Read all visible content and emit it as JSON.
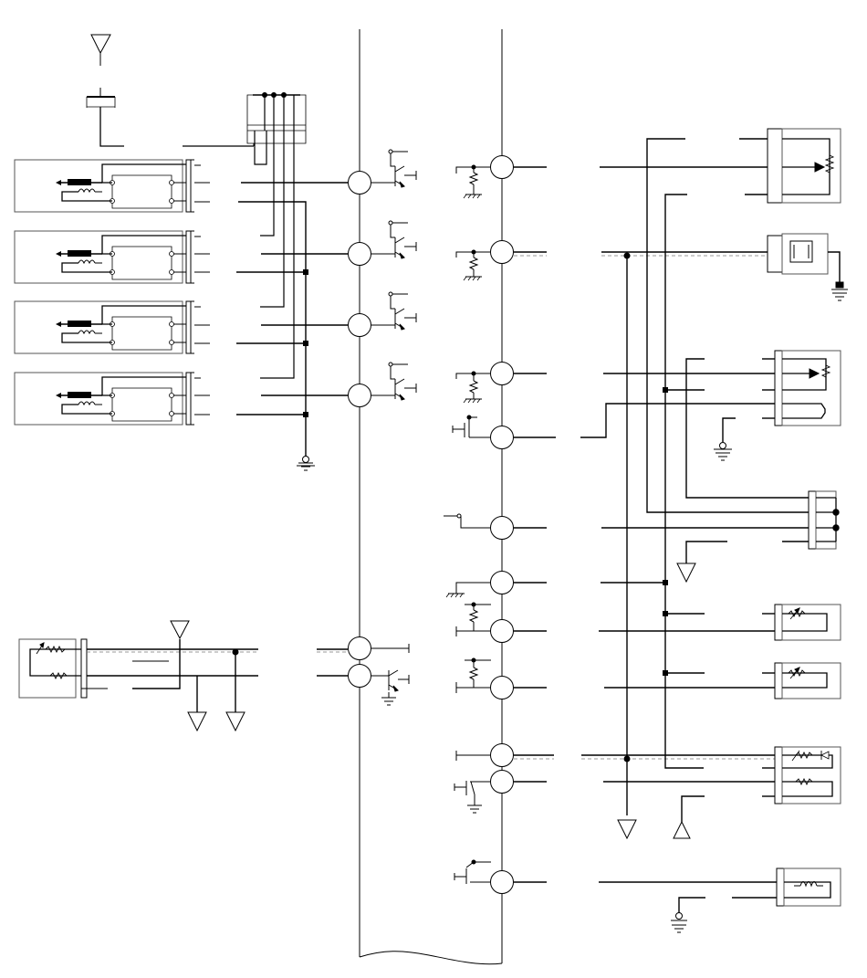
{
  "diagram": {
    "type": "wiring-schematic",
    "colors": {
      "line": "#000000",
      "background": "#ffffff",
      "module_frame": "#555555",
      "wire_shadow": "#777777"
    },
    "left_unit": {
      "injectors": [
        {
          "name": "injector-1"
        },
        {
          "name": "injector-2"
        },
        {
          "name": "injector-3"
        },
        {
          "name": "injector-4"
        }
      ]
    },
    "ecm_terminals_left": [
      {
        "name": "injector-1-driver"
      },
      {
        "name": "injector-2-driver"
      },
      {
        "name": "injector-3-driver"
      },
      {
        "name": "injector-4-driver"
      },
      {
        "name": "sensor-signal"
      },
      {
        "name": "sensor-return"
      }
    ],
    "ecm_terminals_right": [
      {
        "name": "right-terminal-1"
      },
      {
        "name": "right-terminal-2"
      },
      {
        "name": "right-terminal-3"
      },
      {
        "name": "right-terminal-4"
      },
      {
        "name": "right-terminal-5"
      },
      {
        "name": "right-terminal-6"
      },
      {
        "name": "right-terminal-7"
      },
      {
        "name": "right-terminal-8"
      },
      {
        "name": "right-terminal-9"
      },
      {
        "name": "right-terminal-10"
      },
      {
        "name": "right-terminal-11"
      },
      {
        "name": "right-terminal-12"
      }
    ],
    "right_components": [
      {
        "name": "throttle-position-sensor"
      },
      {
        "name": "knock-sensor"
      },
      {
        "name": "egr-position-sensor"
      },
      {
        "name": "three-pin-connector"
      },
      {
        "name": "coolant-temp-sensor"
      },
      {
        "name": "intake-air-temp-sensor"
      },
      {
        "name": "oxygen-sensor"
      },
      {
        "name": "solenoid-valve"
      }
    ]
  }
}
